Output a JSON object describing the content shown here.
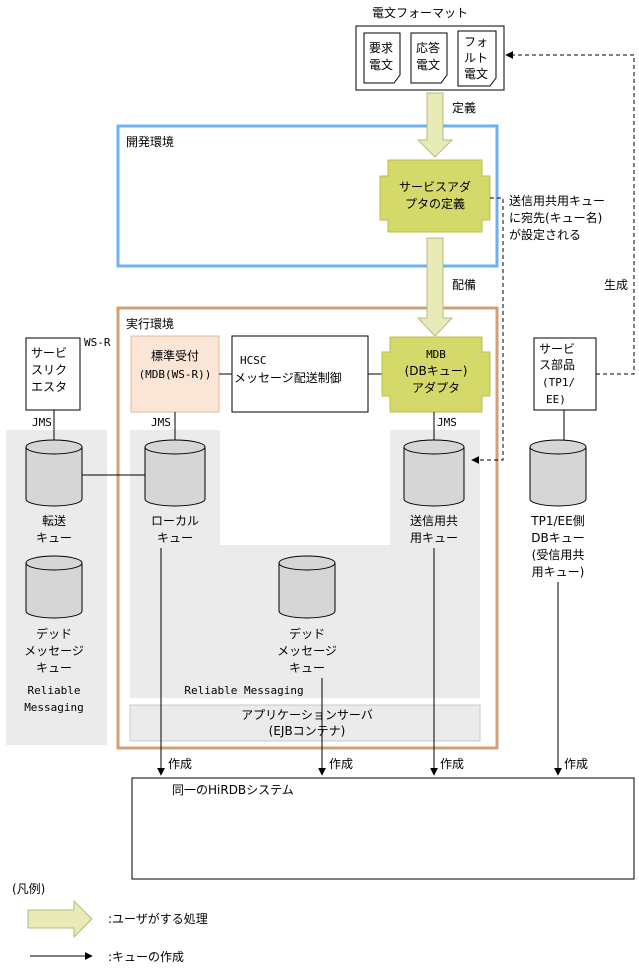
{
  "format": {
    "title": "電文フォーマット",
    "docs": [
      {
        "line1": "要求",
        "line2": "電文",
        "line3": ""
      },
      {
        "line1": "応答",
        "line2": "電文",
        "line3": ""
      },
      {
        "line1": "フォ",
        "line2": "ルト",
        "line3": "電文"
      }
    ]
  },
  "arrows": {
    "define": "定義",
    "deploy": "配備",
    "generate": "生成"
  },
  "dev_env": {
    "title": "開発環境",
    "adapter_line1": "サービスアダ",
    "adapter_line2": "プタの定義"
  },
  "note": {
    "line1": "送信用共用キュー",
    "line2": "に宛先(キュー名)",
    "line3": "が設定される"
  },
  "exec_env": {
    "title": "実行環境",
    "std_line1": "標準受付",
    "std_line2": "(MDB(WS-R))",
    "hcsc_line1": "HCSC",
    "hcsc_line2": "メッセージ配送制御",
    "mdb_line1": "MDB",
    "mdb_line2": "(DBキュー)",
    "mdb_line3": "アダプタ",
    "jms_left": "JMS",
    "jms_right": "JMS",
    "local_line1": "ローカル",
    "local_line2": "キュー",
    "dead_line1": "デッド",
    "dead_line2": "メッセージ",
    "dead_line3": "キュー",
    "send_line1": "送信用共",
    "send_line2": "用キュー",
    "rm": "Reliable Messaging",
    "app_line1": "アプリケーションサーバ",
    "app_line2": "(EJBコンテナ)"
  },
  "ws_r": {
    "label": "WS-R",
    "req_line1": "サービ",
    "req_line2": "スリク",
    "req_line3": "エスタ",
    "jms": "JMS",
    "transfer_line1": "転送",
    "transfer_line2": "キュー",
    "dead_line1": "デッド",
    "dead_line2": "メッセージ",
    "dead_line3": "キュー",
    "rm_line1": "Reliable",
    "rm_line2": "Messaging"
  },
  "service_part": {
    "line1": "サービ",
    "line2": "ス部品",
    "line3": "(TP1/",
    "line4": "EE)",
    "db_line1": "TP1/EE側",
    "db_line2": "DBキュー",
    "db_line3": "(受信用共",
    "db_line4": "用キュー)"
  },
  "hirdb": {
    "title": "同一のHiRDBシステム",
    "create_labels": [
      "作成",
      "作成",
      "作成",
      "作成"
    ]
  },
  "legend": {
    "title": "(凡例)",
    "user_process": ":ユーザがする処理",
    "queue_create": ":キューの作成"
  },
  "colors": {
    "dev_border": "#6fb0ef",
    "exec_border": "#d2a076",
    "adapter_fill": "#d4d96a",
    "adapter_border": "#b8c04a",
    "std_fill": "#fbe5d6",
    "std_border": "#e8b898",
    "gray_zone": "#ebebeb",
    "arrow_fill": "#e8eab8",
    "arrow_border": "#b8bb80",
    "cylinder_fill": "#d6d6d6"
  }
}
